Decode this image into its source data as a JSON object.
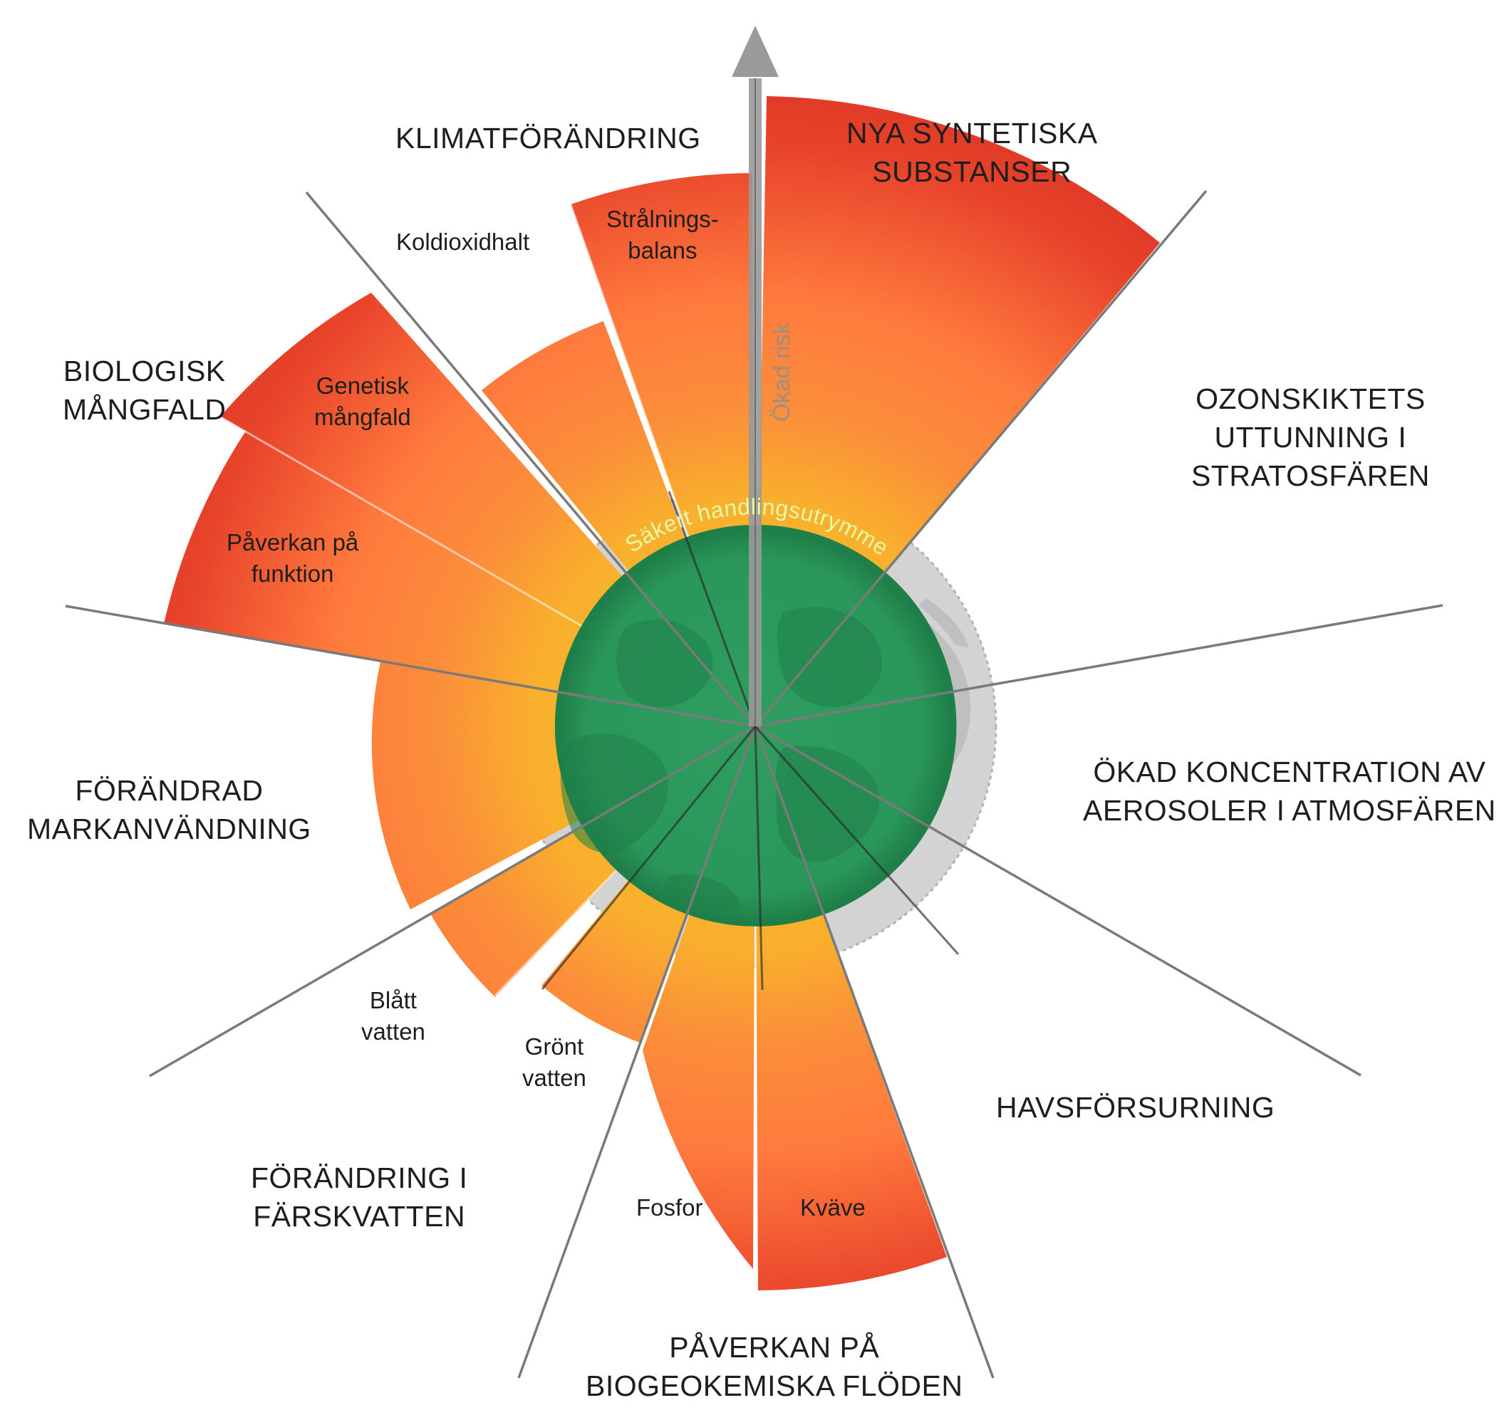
{
  "colors": {
    "safe_green": "#2b9c5c",
    "earth_grey": "#cfcfcf",
    "risk_red": "#dd3323",
    "risk_orange": "#ff7a3d",
    "risk_yellow": "#f8b12a",
    "divider_line": "#7a7a7a",
    "arrow_grey": "#9a9a9a"
  },
  "center_label": "Säkert handlingsutrymme",
  "risk_axis_label": "Ökad risk",
  "categories": {
    "climate": "KLIMATFÖRÄNDRING",
    "novel_entities_1": "NYA SYNTETISKA",
    "novel_entities_2": "SUBSTANSER",
    "ozone_1": "OZONSKIKTETS",
    "ozone_2": "UTTUNNING I",
    "ozone_3": "STRATOSFÄREN",
    "aerosols_1": "ÖKAD KONCENTRATION AV",
    "aerosols_2": "AEROSOLER I ATMOSFÄREN",
    "ocean": "HAVSFÖRSURNING",
    "biogeo_1": "PÅVERKAN PÅ",
    "biogeo_2": "BIOGEOKEMISKA FLÖDEN",
    "freshwater_1": "FÖRÄNDRING I",
    "freshwater_2": "FÄRSKVATTEN",
    "land_1": "FÖRÄNDRAD",
    "land_2": "MARKANVÄNDNING",
    "biodiversity_1": "BIOLOGISK",
    "biodiversity_2": "MÅNGFALD"
  },
  "subcategories": {
    "co2": "Koldioxidhalt",
    "forcing_1": "Strålnings-",
    "forcing_2": "balans",
    "genetic_1": "Genetisk",
    "genetic_2": "mångfald",
    "functional_1": "Påverkan på",
    "functional_2": "funktion",
    "blue_1": "Blått",
    "blue_2": "vatten",
    "green_1": "Grönt",
    "green_2": "vatten",
    "phosphorus": "Fosfor",
    "nitrogen": "Kväve"
  }
}
